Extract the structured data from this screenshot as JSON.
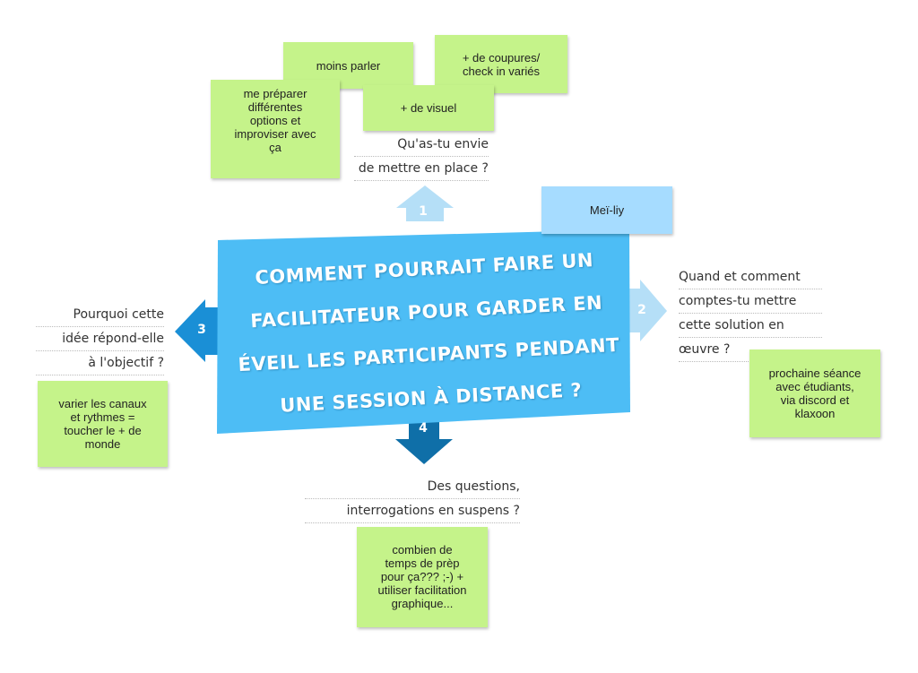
{
  "banner": {
    "question": "Comment pourrait faire un facilitateur pour garder en éveil les participants pendant une session à distance ?",
    "color": "#4dbdf5"
  },
  "arrows": [
    {
      "number": "1",
      "color": "#b5dff7"
    },
    {
      "number": "2",
      "color": "#b5dff7"
    },
    {
      "number": "3",
      "color": "#1a8fd6"
    },
    {
      "number": "4",
      "color": "#0f6fa8"
    }
  ],
  "questions": {
    "q1": [
      "Qu'as-tu envie",
      "de mettre en place ?"
    ],
    "q2": [
      "Quand et comment",
      "comptes-tu mettre",
      "cette solution en",
      "œuvre ?"
    ],
    "q3": [
      "Pourquoi cette",
      "idée répond-elle",
      "à l'objectif ?"
    ],
    "q4": [
      "Des questions,",
      "interrogations en suspens ?"
    ]
  },
  "stickies": {
    "moins_parler": "moins parler",
    "coupures": "+ de  coupures/\ncheck in variés",
    "preparer": "me préparer\ndifférentes\noptions et\nimproviser avec\nça",
    "visuel": "+ de visuel",
    "author": "Meï-liy",
    "prochaine": "prochaine séance\navec étudiants,\nvia discord et\nklaxoon",
    "varier": "varier les canaux\net rythmes =\ntoucher le + de\nmonde",
    "combien": "combien de\ntemps de prèp\npour ça??? ;-) +\nutiliser facilitation\ngraphique..."
  },
  "colors": {
    "sticky_green": "#c5f38a",
    "sticky_blue": "#a6dcff"
  }
}
